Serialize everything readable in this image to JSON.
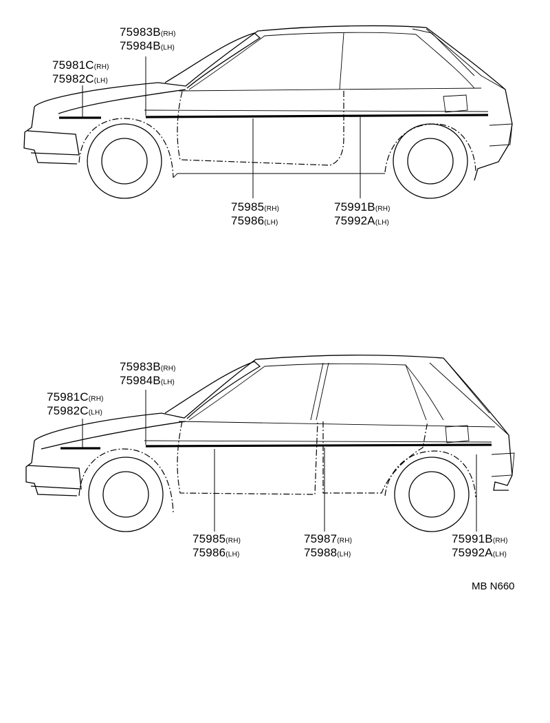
{
  "diagrams": [
    {
      "callouts": [
        {
          "part_rh": "75983B",
          "side_rh": "(RH)",
          "part_lh": "75984B",
          "side_lh": "(LH)"
        },
        {
          "part_rh": "75981C",
          "side_rh": "(RH)",
          "part_lh": "75982C",
          "side_lh": "(LH)"
        },
        {
          "part_rh": "75985",
          "side_rh": "(RH)",
          "part_lh": "75986",
          "side_lh": "(LH)"
        },
        {
          "part_rh": "75991B",
          "side_rh": "(RH)",
          "part_lh": "75992A",
          "side_lh": "(LH)"
        }
      ]
    },
    {
      "callouts": [
        {
          "part_rh": "75983B",
          "side_rh": "(RH)",
          "part_lh": "75984B",
          "side_lh": "(LH)"
        },
        {
          "part_rh": "75981C",
          "side_rh": "(RH)",
          "part_lh": "75982C",
          "side_lh": "(LH)"
        },
        {
          "part_rh": "75985",
          "side_rh": "(RH)",
          "part_lh": "75986",
          "side_lh": "(LH)"
        },
        {
          "part_rh": "75987",
          "side_rh": "(RH)",
          "part_lh": "75988",
          "side_lh": "(LH)"
        },
        {
          "part_rh": "75991B",
          "side_rh": "(RH)",
          "part_lh": "75992A",
          "side_lh": "(LH)"
        }
      ]
    }
  ],
  "footer": {
    "code": "MB N660"
  }
}
